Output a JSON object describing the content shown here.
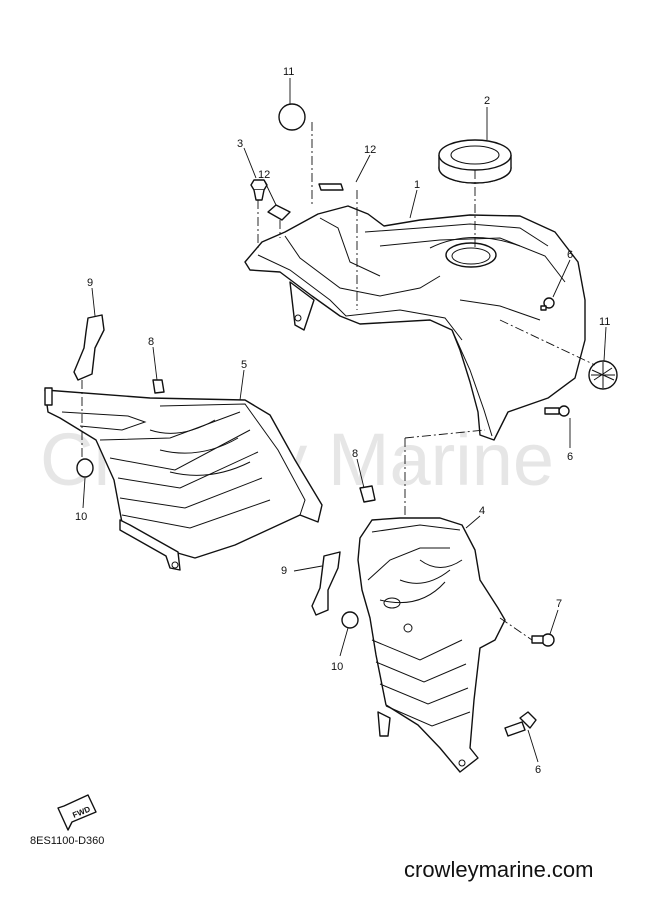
{
  "diagram": {
    "watermark": "Crowley Marine",
    "fwd_label": "FWD",
    "drawing_code": "8ES1100-D360",
    "site": "crowleymarine.com",
    "callouts": [
      {
        "label": "11"
      },
      {
        "label": "2"
      },
      {
        "label": "3"
      },
      {
        "label": "12"
      },
      {
        "label": "12"
      },
      {
        "label": "1"
      },
      {
        "label": "9"
      },
      {
        "label": "6"
      },
      {
        "label": "8"
      },
      {
        "label": "5"
      },
      {
        "label": "11"
      },
      {
        "label": "6"
      },
      {
        "label": "8"
      },
      {
        "label": "10"
      },
      {
        "label": "4"
      },
      {
        "label": "9"
      },
      {
        "label": "7"
      },
      {
        "label": "10"
      },
      {
        "label": "6"
      }
    ]
  }
}
